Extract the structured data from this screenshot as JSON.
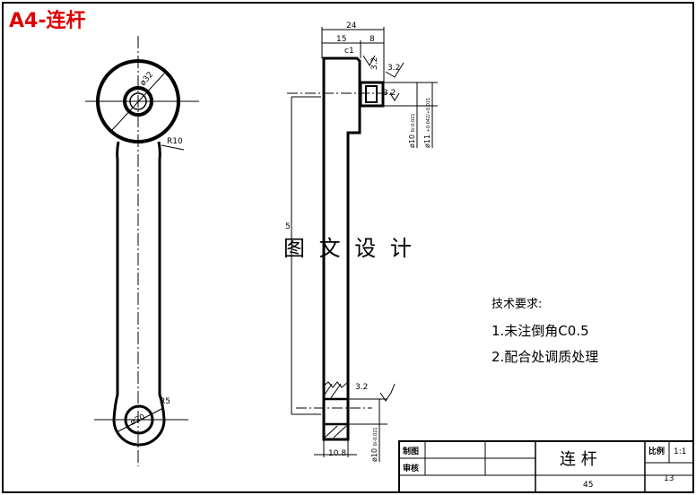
{
  "sheet_label": "A4-连杆",
  "watermark": "图 文 设 计",
  "front_view": {
    "dia_big": "ø32",
    "r_neck": "R10",
    "r_small": "R5",
    "dia_small": "ø20"
  },
  "side_view": {
    "dim_total": "24",
    "dim_15": "15",
    "dim_8": "8",
    "chamfer": "c1",
    "rough_1": "3.2",
    "rough_2": "3.2",
    "rough_3": "3.2",
    "rough_4": "3.2",
    "dim_length": "5",
    "dia_bore": "ø10",
    "dia_bore_tol": "0/-0.021",
    "dia_bush": "ø11",
    "dia_bush_tol": "+0.042/+0.021",
    "dim_width": "10.8",
    "dia_bottom": "ø10",
    "dia_bottom_tol": "0/-0.021"
  },
  "requirements": {
    "title": "技术要求:",
    "items": [
      "1.未注倒角C0.5",
      "2.配合处调质处理"
    ]
  },
  "title_block": {
    "drawn": "制图",
    "checked": "审核",
    "part_name": "连 杆",
    "material": "45",
    "scale_label": "比例",
    "scale": "1:1",
    "number": "13"
  },
  "colors": {
    "sheet_label": "#e00000",
    "line": "#000000"
  }
}
